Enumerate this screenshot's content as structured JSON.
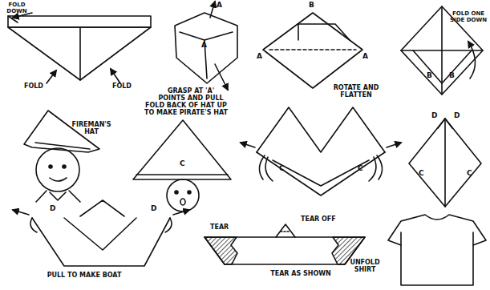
{
  "diagram": {
    "labels": [
      "FOLD DOWN",
      "FOLD",
      "FOLD",
      "A",
      "A",
      "GRASP AT 'A' POINTS AND PULL",
      "B",
      "A",
      "A",
      "ROTATE AND FLATTEN",
      "B",
      "B",
      "FOLD ONE SIDE DOWN",
      "FIREMAN'S HAT",
      "FOLD BACK OF HAT UP TO MAKE PIRATE'S HAT",
      "C",
      "C",
      "C",
      "D",
      "D",
      "C",
      "C",
      "D",
      "D",
      "PULL TO MAKE BOAT",
      "TEAR",
      "TEAR OFF",
      "TEAR AS SHOWN",
      "UNFOLD SHIRT"
    ]
  }
}
